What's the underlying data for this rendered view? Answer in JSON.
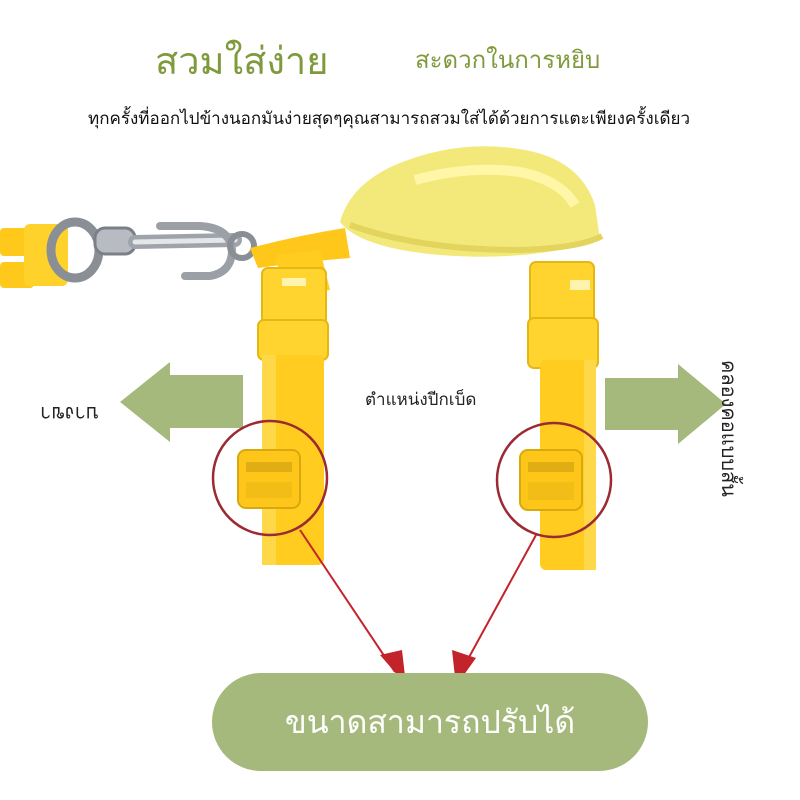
{
  "header": {
    "title": "สวมใส่ง่าย",
    "subtitle": "สะดวกในการหยิบ",
    "description": "ทุกครั้งที่ออกไปข้างนอกมันง่ายสุดๆคุณสามารถสวมใส่ได้ด้วยการแตะเพียงครั้งเดียว"
  },
  "labels": {
    "buckle_position": "ตำแหน่งปีกเบ็ด",
    "left_side": "บางขา",
    "right_side": "คลองคอแบบสั้น",
    "adjustable": "ขนาดสามารถปรับได้"
  },
  "colors": {
    "heading_green": "#7f9a3c",
    "arrow_green": "#a6b97c",
    "harness_yellow": "#ffd22b",
    "callout_red": "#c3232b"
  }
}
